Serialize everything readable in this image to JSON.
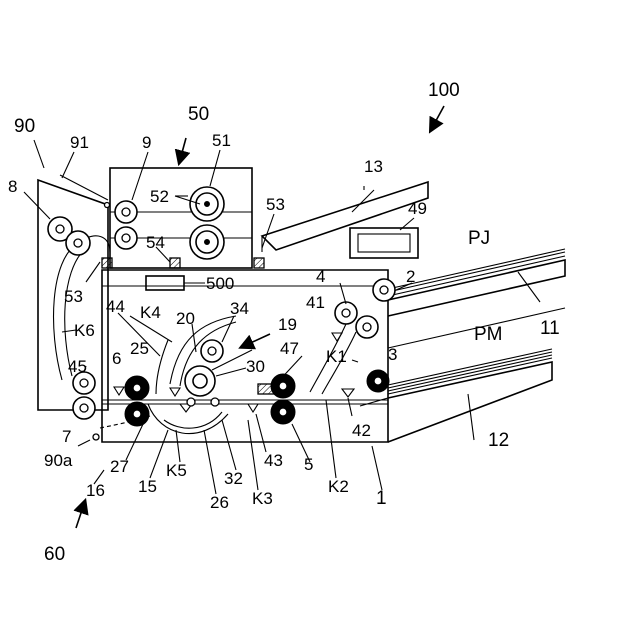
{
  "labels": {
    "l100": "100",
    "l90": "90",
    "l91": "91",
    "l8": "8",
    "l9": "9",
    "l50": "50",
    "l51": "51",
    "l52": "52",
    "l53a": "53",
    "l13": "13",
    "l49": "49",
    "lPJ": "PJ",
    "l54": "54",
    "l53b": "53",
    "l500": "500",
    "l4": "4",
    "l2": "2",
    "l41": "41",
    "l11": "11",
    "l44": "44",
    "lK4": "K4",
    "l20": "20",
    "l34": "34",
    "l19": "19",
    "lK6": "K6",
    "l25": "25",
    "l47": "47",
    "lK1": "K1",
    "lPM": "PM",
    "l45": "45",
    "l6": "6",
    "l30": "30",
    "l3": "3",
    "l7": "7",
    "l42": "42",
    "l12": "12",
    "l90a": "90a",
    "l27": "27",
    "lK5": "K5",
    "l32": "32",
    "l43": "43",
    "l5": "5",
    "lK2": "K2",
    "l16": "16",
    "l15": "15",
    "l26": "26",
    "lK3": "K3",
    "l1": "1",
    "l60": "60"
  }
}
